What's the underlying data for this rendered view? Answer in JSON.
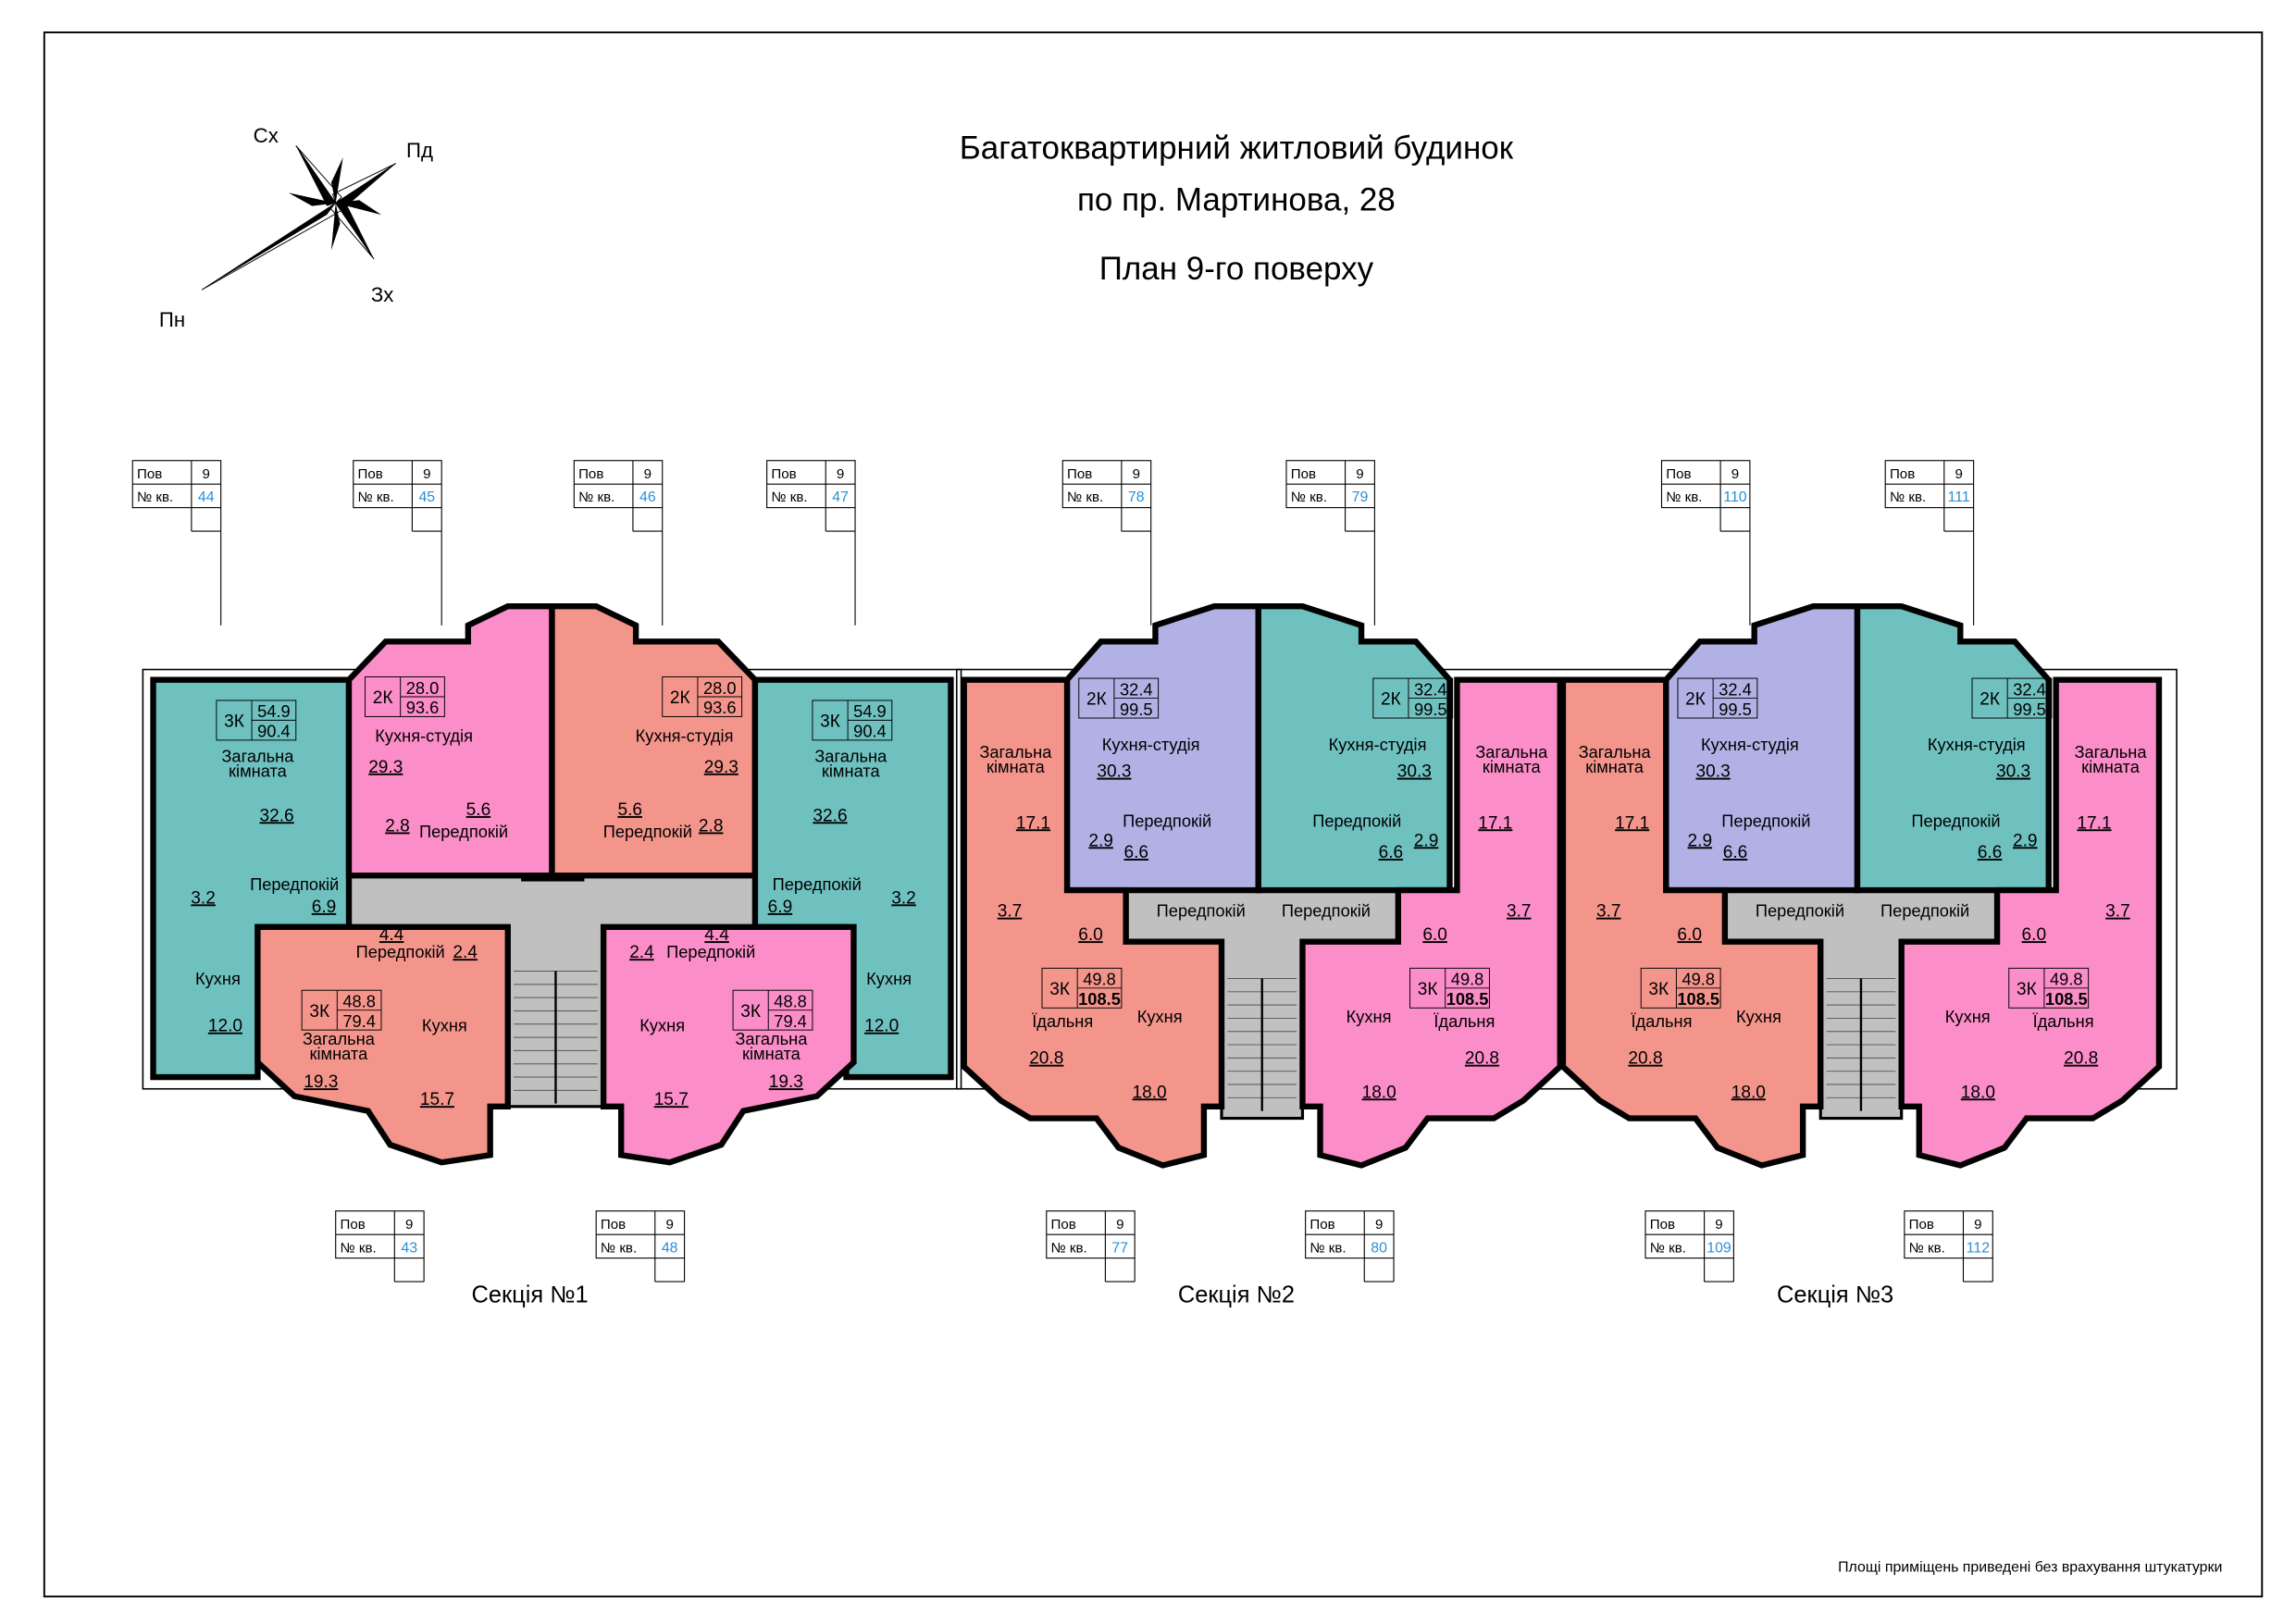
{
  "title": {
    "line1": "Багатоквартирний житловий будинок",
    "line2": "по пр. Мартинова, 28",
    "line3": "План 9-го поверху"
  },
  "compass": {
    "east": "Сх",
    "south": "Пд",
    "west": "Зх",
    "north": "Пн"
  },
  "label_box": {
    "floor_label": "Пов",
    "apt_label": "№ кв."
  },
  "footnote": "Площі приміщень приведені без врахування штукатурки",
  "colors": {
    "teal": "#6fc1c0",
    "pink": "#fb8dc8",
    "salmon": "#f4958c",
    "lavender": "#b1b1e6",
    "common": "#c0c0c0",
    "apt_number": "#2a8fd8"
  },
  "sections": [
    {
      "name": "Секція №1",
      "apartments": [
        {
          "number": "44",
          "floor": "9",
          "type": "3К",
          "living": "54.9",
          "total": "90.4",
          "color": "#6fc1c0",
          "rooms": [
            {
              "name": "Загальна кімната",
              "area": "32.6"
            },
            {
              "name": "Передпокій",
              "area": "6.9"
            },
            {
              "area": "3.2"
            },
            {
              "name": "Кухня",
              "area": "12.0"
            }
          ]
        },
        {
          "number": "45",
          "floor": "9",
          "type": "2К",
          "living": "28.0",
          "total": "93.6",
          "color": "#fb8dc8",
          "rooms": [
            {
              "name": "Кухня-студія",
              "area": "29.3"
            },
            {
              "name": "Передпокій",
              "area": "5.6"
            },
            {
              "area": "2.8"
            }
          ]
        },
        {
          "number": "46",
          "floor": "9",
          "type": "2К",
          "living": "28.0",
          "total": "93.6",
          "color": "#f4958c",
          "rooms": [
            {
              "name": "Кухня-студія",
              "area": "29.3"
            },
            {
              "name": "Передпокій",
              "area": "5.6"
            },
            {
              "area": "2.8"
            }
          ]
        },
        {
          "number": "47",
          "floor": "9",
          "type": "3К",
          "living": "54.9",
          "total": "90.4",
          "color": "#6fc1c0",
          "rooms": [
            {
              "name": "Загальна кімната",
              "area": "32.6"
            },
            {
              "name": "Передпокій",
              "area": "6.9"
            },
            {
              "area": "3.2"
            },
            {
              "name": "Кухня",
              "area": "12.0"
            }
          ]
        },
        {
          "number": "43",
          "floor": "9",
          "type": "3К",
          "living": "48.8",
          "total": "79.4",
          "color": "#f4958c",
          "rooms": [
            {
              "name": "Загальна кімната",
              "area": "19.3"
            },
            {
              "name": "Передпокій",
              "area": "4.4"
            },
            {
              "area": "2.4"
            },
            {
              "name": "Кухня",
              "area": "15.7"
            }
          ]
        },
        {
          "number": "48",
          "floor": "9",
          "type": "3К",
          "living": "48.8",
          "total": "79.4",
          "color": "#fb8dc8",
          "rooms": [
            {
              "name": "Загальна кімната",
              "area": "19.3"
            },
            {
              "name": "Передпокій",
              "area": "4.4"
            },
            {
              "area": "2.4"
            },
            {
              "name": "Кухня",
              "area": "15.7"
            }
          ]
        }
      ]
    },
    {
      "name": "Секція №2",
      "apartments": [
        {
          "number": "78",
          "floor": "9",
          "type": "2К",
          "living": "32.4",
          "total": "99.5",
          "color": "#b1b1e6",
          "rooms": [
            {
              "name": "Кухня-студія",
              "area": "30.3"
            },
            {
              "name": "Передпокій",
              "area": "6.6"
            },
            {
              "area": "2.9"
            }
          ]
        },
        {
          "number": "79",
          "floor": "9",
          "type": "2К",
          "living": "32.4",
          "total": "99.5",
          "color": "#6fc1c0",
          "rooms": [
            {
              "name": "Кухня-студія",
              "area": "30.3"
            },
            {
              "name": "Передпокій",
              "area": "6.6"
            },
            {
              "area": "2.9"
            }
          ]
        },
        {
          "number": "77",
          "floor": "9",
          "type": "3К",
          "living": "49.8",
          "total": "108.5",
          "color": "#f4958c",
          "rooms": [
            {
              "name": "Загальна кімната",
              "area": "17.1"
            },
            {
              "name": "Передпокій",
              "area": "6.0"
            },
            {
              "area": "3.7"
            },
            {
              "name": "Їдальня",
              "area": "20.8"
            },
            {
              "name": "Кухня",
              "area": "18.0"
            }
          ]
        },
        {
          "number": "80",
          "floor": "9",
          "type": "3К",
          "living": "49.8",
          "total": "108.5",
          "color": "#fb8dc8",
          "rooms": [
            {
              "name": "Загальна кімната",
              "area": "17.1"
            },
            {
              "name": "Передпокій",
              "area": "6.0"
            },
            {
              "area": "3.7"
            },
            {
              "name": "Їдальня",
              "area": "20.8"
            },
            {
              "name": "Кухня",
              "area": "18.0"
            }
          ]
        }
      ]
    },
    {
      "name": "Секція №3",
      "apartments": [
        {
          "number": "110",
          "floor": "9",
          "type": "2К",
          "living": "32.4",
          "total": "99.5",
          "color": "#b1b1e6",
          "rooms": [
            {
              "name": "Кухня-студія",
              "area": "30.3"
            },
            {
              "name": "Передпокій",
              "area": "6.6"
            },
            {
              "area": "2.9"
            }
          ]
        },
        {
          "number": "111",
          "floor": "9",
          "type": "2К",
          "living": "32.4",
          "total": "99.5",
          "color": "#6fc1c0",
          "rooms": [
            {
              "name": "Кухня-студія",
              "area": "30.3"
            },
            {
              "name": "Передпокій",
              "area": "6.6"
            },
            {
              "area": "2.9"
            }
          ]
        },
        {
          "number": "109",
          "floor": "9",
          "type": "3К",
          "living": "49.8",
          "total": "108.5",
          "color": "#f4958c",
          "rooms": [
            {
              "name": "Загальна кімната",
              "area": "17.1"
            },
            {
              "name": "Передпокій",
              "area": "6.0"
            },
            {
              "area": "3.7"
            },
            {
              "name": "Їдальня",
              "area": "20.8"
            },
            {
              "name": "Кухня",
              "area": "18.0"
            }
          ]
        },
        {
          "number": "112",
          "floor": "9",
          "type": "3К",
          "living": "49.8",
          "total": "108.5",
          "color": "#fb8dc8",
          "rooms": [
            {
              "name": "Загальна кімната",
              "area": "17.1"
            },
            {
              "name": "Передпокій",
              "area": "6.0"
            },
            {
              "area": "3.7"
            },
            {
              "name": "Їдальня",
              "area": "20.8"
            },
            {
              "name": "Кухня",
              "area": "18.0"
            }
          ]
        }
      ]
    }
  ]
}
